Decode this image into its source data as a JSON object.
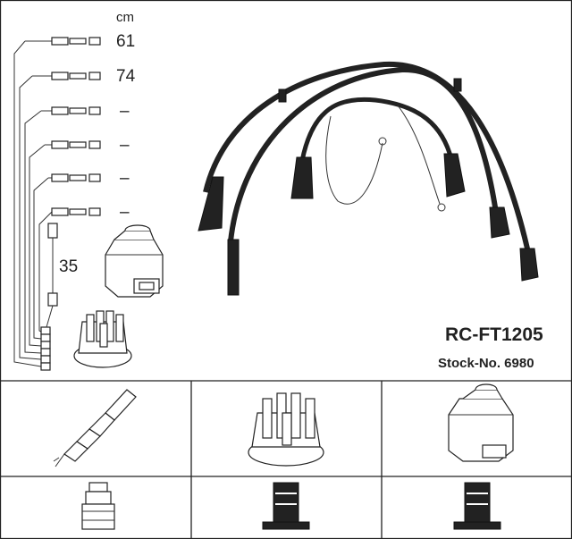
{
  "header": {
    "part_number": "RC-FT1205",
    "stock_number": "Stock-No. 6980",
    "unit": "cm"
  },
  "cables": [
    {
      "length": "61"
    },
    {
      "length": "74"
    },
    {
      "length": "–"
    },
    {
      "length": "–"
    },
    {
      "length": "–"
    },
    {
      "length": "–"
    }
  ],
  "coil_lead": {
    "length": "35"
  },
  "colors": {
    "line": "#222222",
    "background": "#ffffff"
  }
}
